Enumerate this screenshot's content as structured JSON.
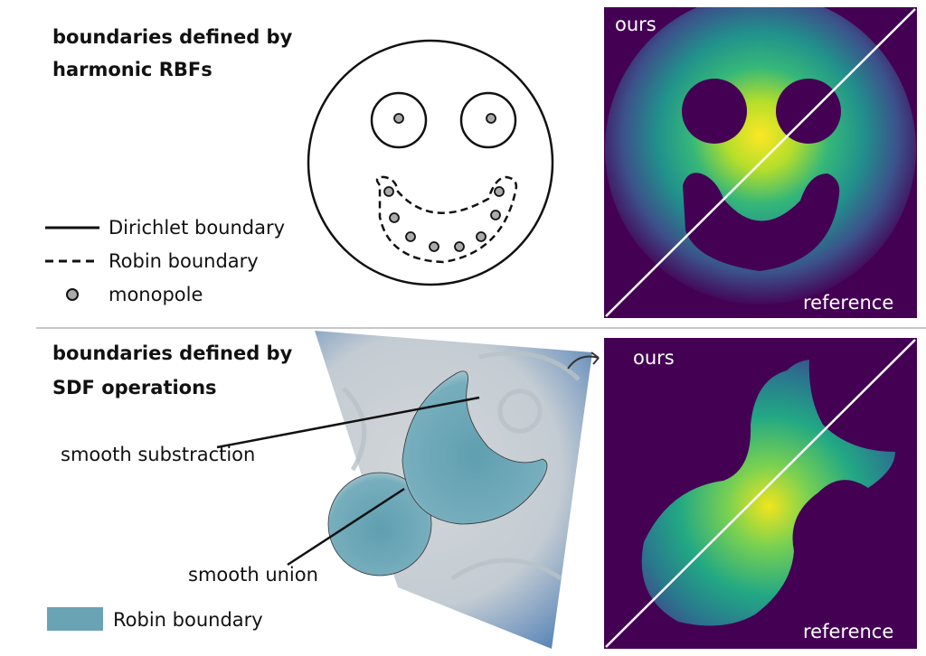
{
  "top": {
    "heading_line1": "boundaries defined by",
    "heading_line2": "harmonic RBFs",
    "legend": {
      "dirichlet": "Dirichlet boundary",
      "robin": "Robin boundary",
      "monopole": "monopole"
    },
    "panel_ours": "ours",
    "panel_reference": "reference"
  },
  "bottom": {
    "heading_line1": "boundaries defined by",
    "heading_line2": "SDF operations",
    "annot_subtraction": "smooth substraction",
    "annot_union": "smooth union",
    "legend_robin": "Robin boundary",
    "panel_ours": "ours",
    "panel_reference": "reference"
  },
  "colors": {
    "viridis_dark": "#440154",
    "viridis_mid": "#21918c",
    "viridis_bright": "#fde725",
    "robin_fill": "#6aa3b4",
    "divider": "#c8c8c8"
  }
}
